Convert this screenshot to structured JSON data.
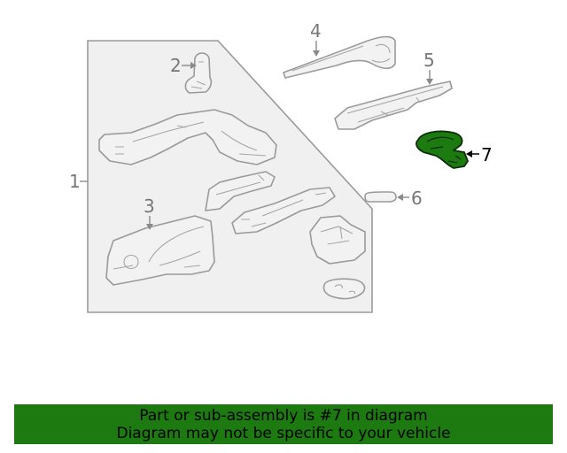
{
  "diagram": {
    "callouts": [
      "1",
      "2",
      "3",
      "4",
      "5",
      "6",
      "7"
    ],
    "highlighted_part": "7",
    "highlight_color": "#1c7a10",
    "line_color": "#9a9a9a"
  },
  "banner": {
    "line1": "Part or sub-assembly is #7 in diagram",
    "line2": "Diagram may not be specific to your vehicle",
    "background": "#1c7a10"
  }
}
